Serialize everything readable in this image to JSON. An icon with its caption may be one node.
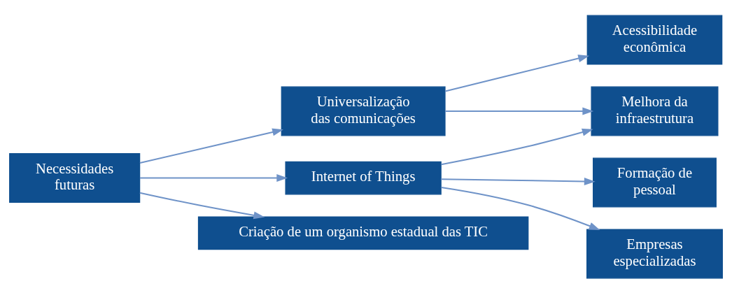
{
  "diagram": {
    "nodes": [
      {
        "text": [
          "Necessidades futuras"
        ]
      },
      {
        "text": [
          "Universalização das comunicações"
        ]
      },
      {
        "text": [
          "Internet of Things"
        ]
      },
      {
        "text": [
          "Criação de um organismo estadual das TIC"
        ]
      },
      {
        "text": [
          "Acessibilidade econômica"
        ]
      },
      {
        "text": [
          "Melhora da infraestrutura"
        ]
      },
      {
        "text": [
          "Formação de pessoal"
        ]
      },
      {
        "text": [
          "Empresas especializadas"
        ]
      }
    ],
    "edges": [
      {
        "from": 0,
        "to": 1,
        "arrow": "to"
      },
      {
        "from": 0,
        "to": 2,
        "arrow": "to"
      },
      {
        "from": 0,
        "to": 3,
        "arrow": "to"
      },
      {
        "from": 1,
        "to": 4,
        "arrow": "to"
      },
      {
        "from": 1,
        "to": 5,
        "arrow": "to"
      },
      {
        "from": 2,
        "to": 5,
        "arrow": "to"
      },
      {
        "from": 2,
        "to": 6,
        "arrow": "to"
      },
      {
        "from": 2,
        "to": 7,
        "arrow": "to"
      }
    ]
  }
}
